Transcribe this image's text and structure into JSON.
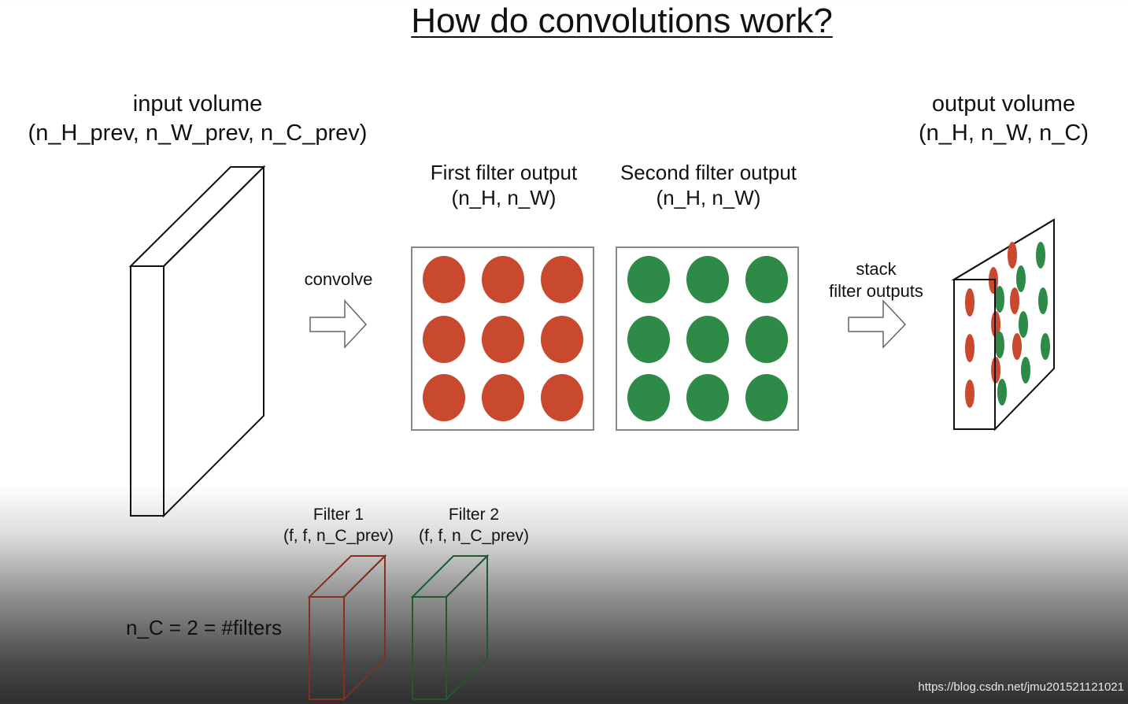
{
  "title": "How do convolutions work?",
  "input_volume": {
    "title": "input volume",
    "shape": "(n_H_prev, n_W_prev, n_C_prev)"
  },
  "output_volume": {
    "title": "output volume",
    "shape": "(n_H, n_W, n_C)"
  },
  "first_filter_output": {
    "title": "First filter output",
    "shape": "(n_H, n_W)",
    "dots": 9
  },
  "second_filter_output": {
    "title": "Second filter output",
    "shape": "(n_H, n_W)",
    "dots": 9
  },
  "convolve_label": "convolve",
  "stack_label": {
    "line1": "stack",
    "line2": "filter outputs"
  },
  "filter1": {
    "title": "Filter 1",
    "shape": "(f, f, n_C_prev)"
  },
  "filter2": {
    "title": "Filter 2",
    "shape": "(f, f, n_C_prev)"
  },
  "nc_label": "n_C = 2 = #filters",
  "watermark": "https://blog.csdn.net/jmu201521121021",
  "colors": {
    "filter1": "#c8492e",
    "filter2": "#2e8a47",
    "filter1_outline": "#8a2e1c",
    "filter2_outline": "#1f5b2e"
  }
}
